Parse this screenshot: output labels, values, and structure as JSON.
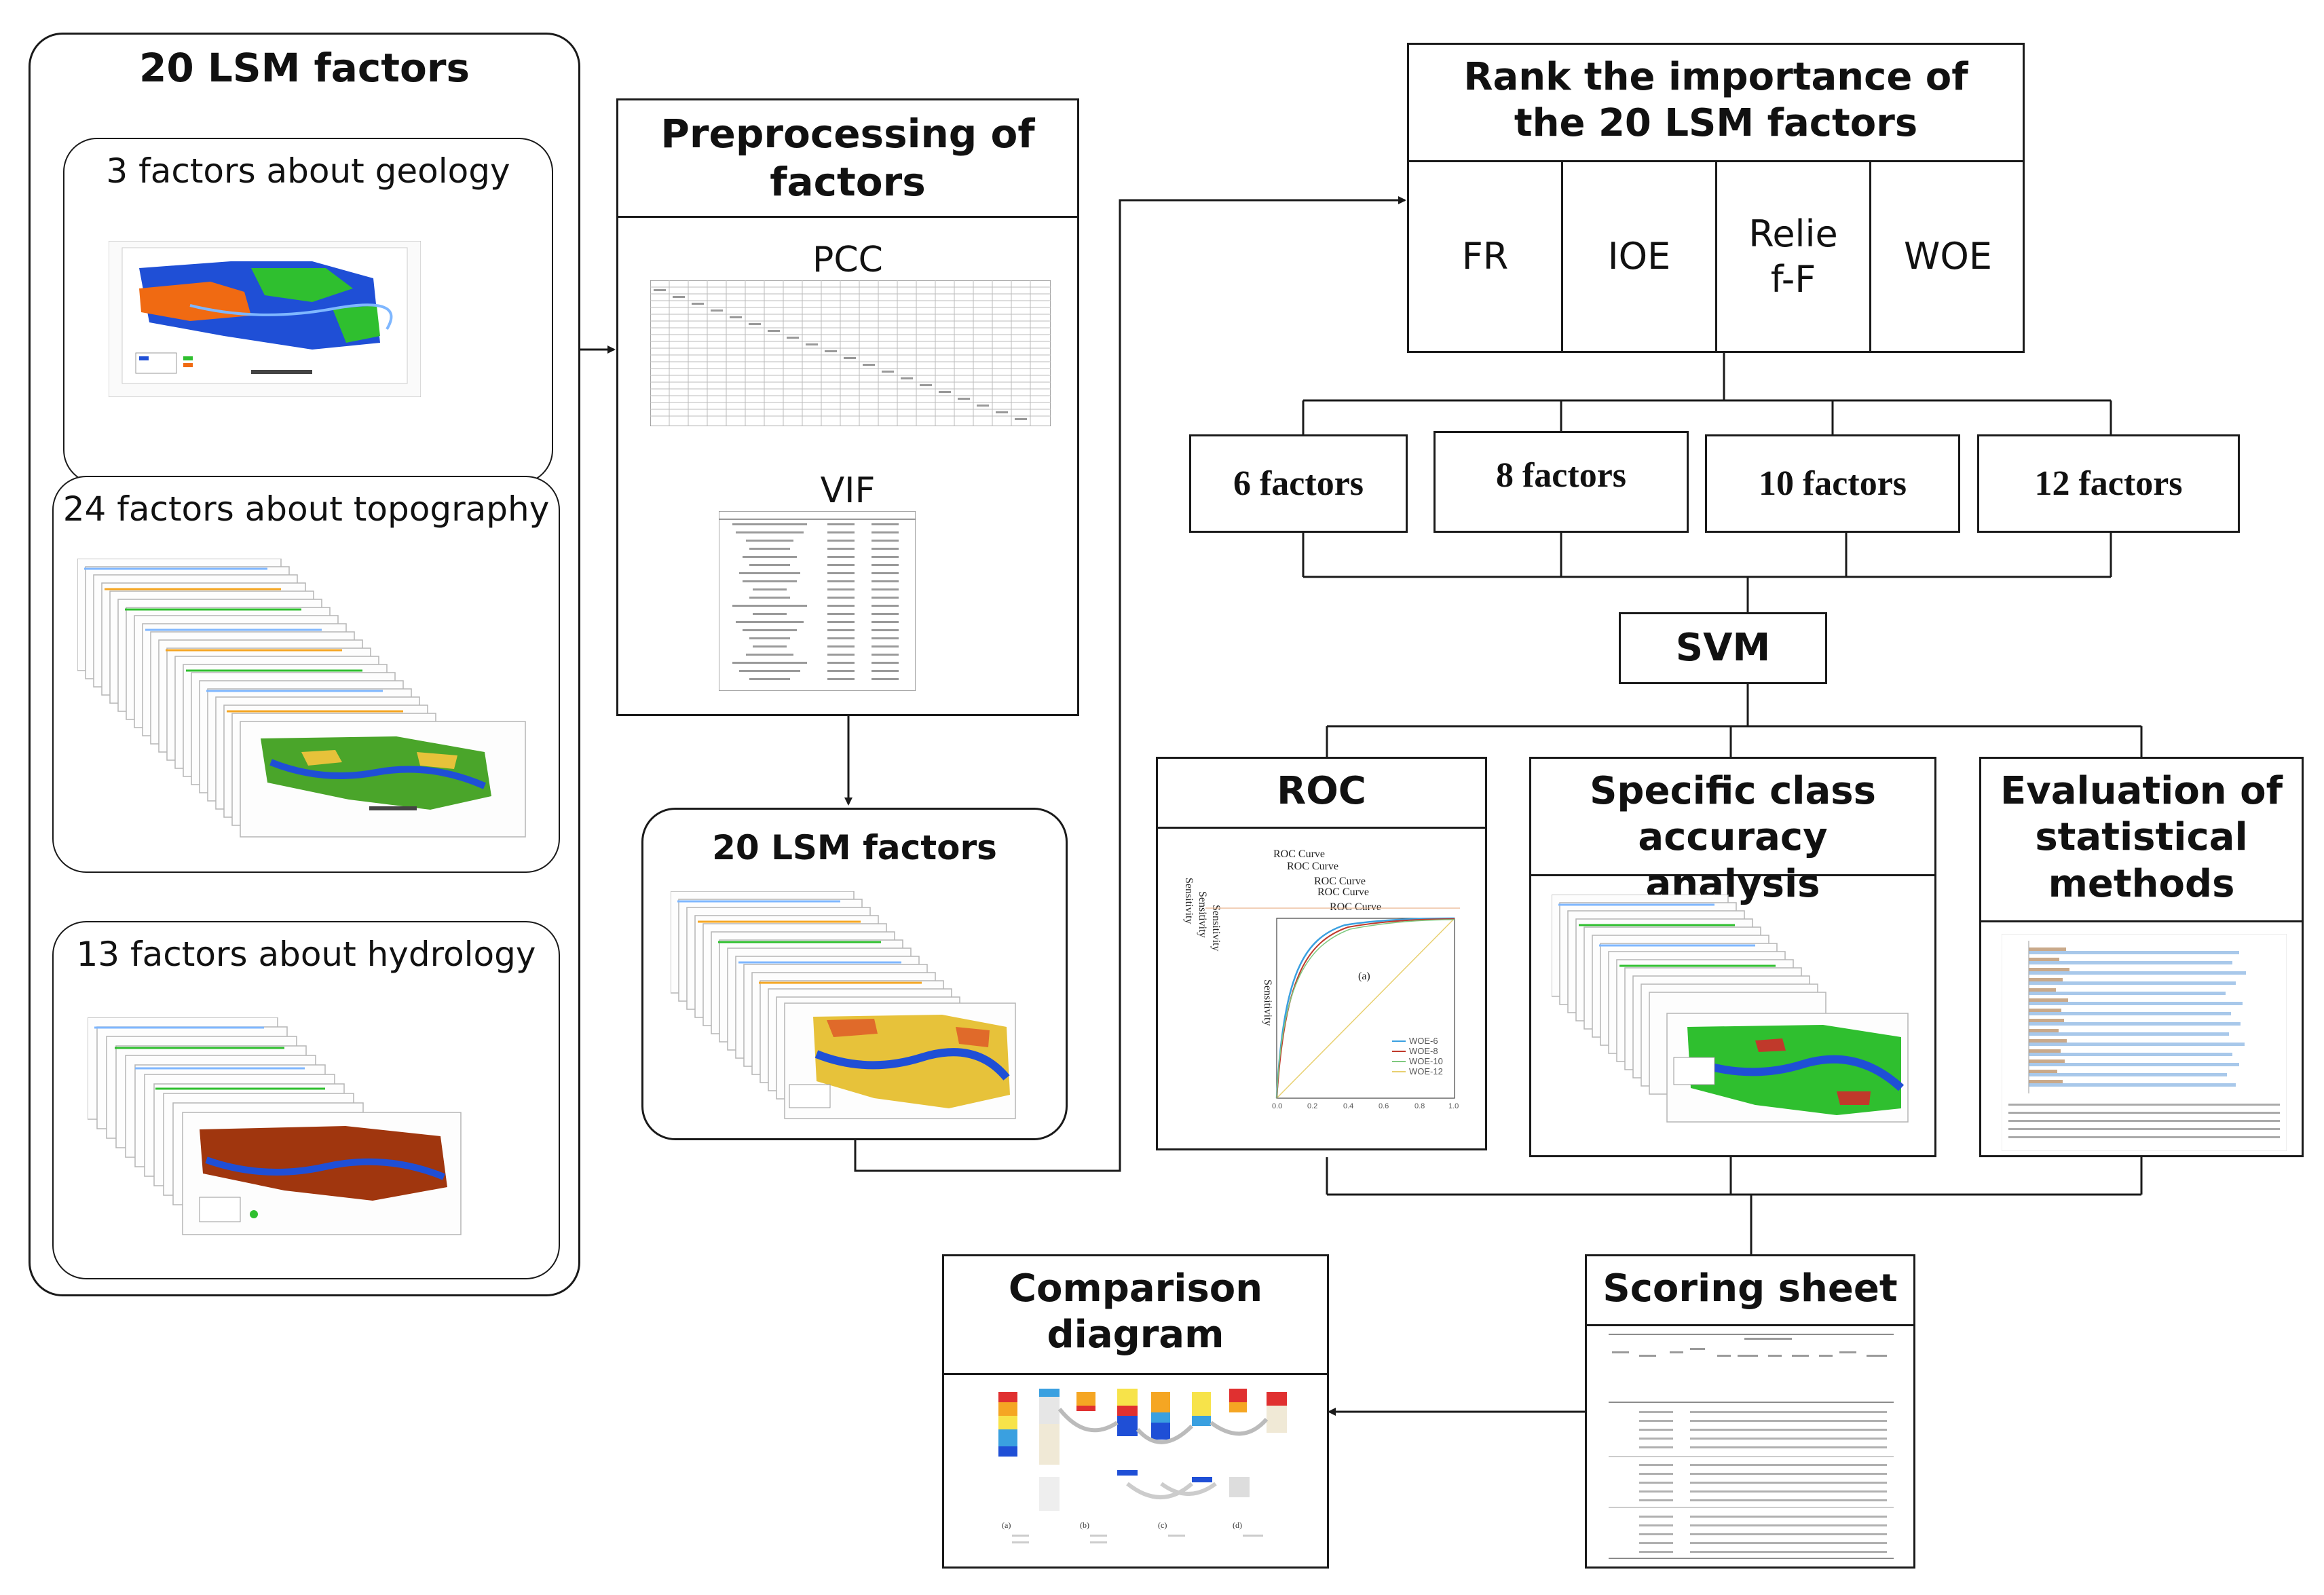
{
  "inputs": {
    "title": "20 LSM factors",
    "geology": "3 factors about geology",
    "topography": "24 factors about topography",
    "hydrology": "13 factors about hydrology"
  },
  "preprocess": {
    "title": "Preprocessing of factors",
    "pcc": "PCC",
    "vif": "VIF"
  },
  "selected": {
    "title": "20 LSM factors"
  },
  "rank": {
    "title": "Rank the importance of the 20 LSM factors",
    "methods": [
      "FR",
      "IOE",
      "Relief-F",
      "WOE"
    ]
  },
  "subsets": [
    "6 factors",
    "8 factors",
    "10 factors",
    "12 factors"
  ],
  "model": "SVM",
  "evaluation": {
    "roc": "ROC",
    "class_accuracy": "Specific class accuracy analysis",
    "statistical": "Evaluation of statistical methods"
  },
  "roc_thumb": {
    "curve_titles": [
      "ROC Curve",
      "ROC Curve",
      "ROC Curve",
      "ROC Curve",
      "ROC Curve"
    ],
    "ylabels": [
      "Sensitivity",
      "Sensitivity",
      "Sensitivity",
      "Sensitivity"
    ],
    "legend": [
      "WOE-6",
      "WOE-8",
      "WOE-10",
      "WOE-12"
    ],
    "panel": "(a)",
    "ticks": [
      "0.0",
      "0.2",
      "0.4",
      "0.6",
      "0.8",
      "1.0"
    ]
  },
  "scoring": "Scoring sheet",
  "comparison": "Comparison diagram",
  "comparison_panels": [
    "(a)",
    "(b)",
    "(c)",
    "(d)"
  ],
  "colors": {
    "stroke": "#1a1a1a",
    "map_blue": "#1f4fd6",
    "map_green": "#2fbf2f",
    "map_orange": "#f06a12",
    "map_brown": "#a0360e",
    "map_yellow": "#e7c23a"
  }
}
